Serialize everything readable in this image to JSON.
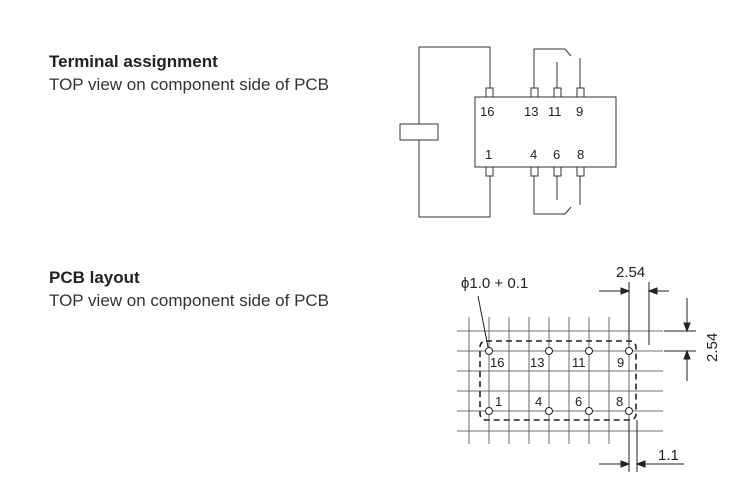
{
  "terminal_assignment": {
    "title": "Terminal assignment",
    "subtitle": "TOP view on component side of PCB",
    "pins_top": [
      "16",
      "13",
      "11",
      "9"
    ],
    "pins_bottom": [
      "1",
      "4",
      "6",
      "8"
    ]
  },
  "pcb_layout": {
    "title": "PCB layout",
    "subtitle": "TOP view on component side of PCB",
    "hole_diameter_label": "ϕ1.0 + 0.1",
    "pitch_horizontal_label": "2.54",
    "pitch_vertical_label": "2.54",
    "offset_label": "1.1",
    "pins_top": [
      "16",
      "13",
      "11",
      "9"
    ],
    "pins_bottom": [
      "1",
      "4",
      "6",
      "8"
    ]
  },
  "colors": {
    "line": "#222222",
    "grid": "#444444",
    "text": "#222222"
  }
}
